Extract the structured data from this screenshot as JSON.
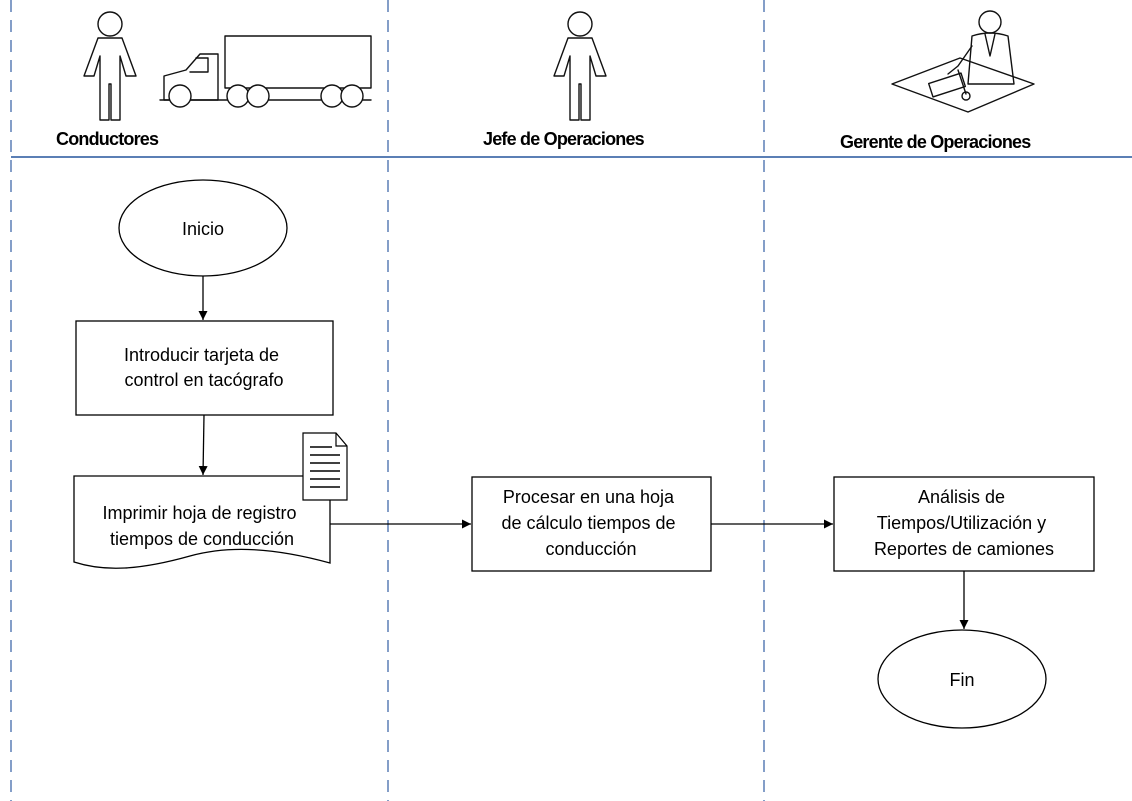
{
  "lanes": [
    {
      "title": "Conductores"
    },
    {
      "title": "Jefe de Operaciones"
    },
    {
      "title": "Gerente de Operaciones"
    }
  ],
  "nodes": {
    "start": {
      "label": "Inicio"
    },
    "insert_card": {
      "lines": [
        "Introducir tarjeta de",
        "control en tacógrafo"
      ]
    },
    "print_sheet": {
      "lines": [
        "Imprimir hoja de registro",
        "tiempos de conducción"
      ]
    },
    "process_sheet": {
      "lines": [
        "Procesar en una hoja",
        "de cálculo tiempos de",
        "conducción"
      ]
    },
    "analysis": {
      "lines": [
        "Análisis de",
        "Tiempos/Utilización y",
        "Reportes de camiones"
      ]
    },
    "end": {
      "label": "Fin"
    }
  },
  "icons": {
    "lane1": [
      "person-icon",
      "truck-icon"
    ],
    "lane2": [
      "person-icon"
    ],
    "lane3": [
      "manager-at-desk-icon"
    ],
    "attachment": "document-icon"
  },
  "colors": {
    "divider": "#5b7fb5",
    "stroke": "#000000",
    "background": "#ffffff"
  }
}
